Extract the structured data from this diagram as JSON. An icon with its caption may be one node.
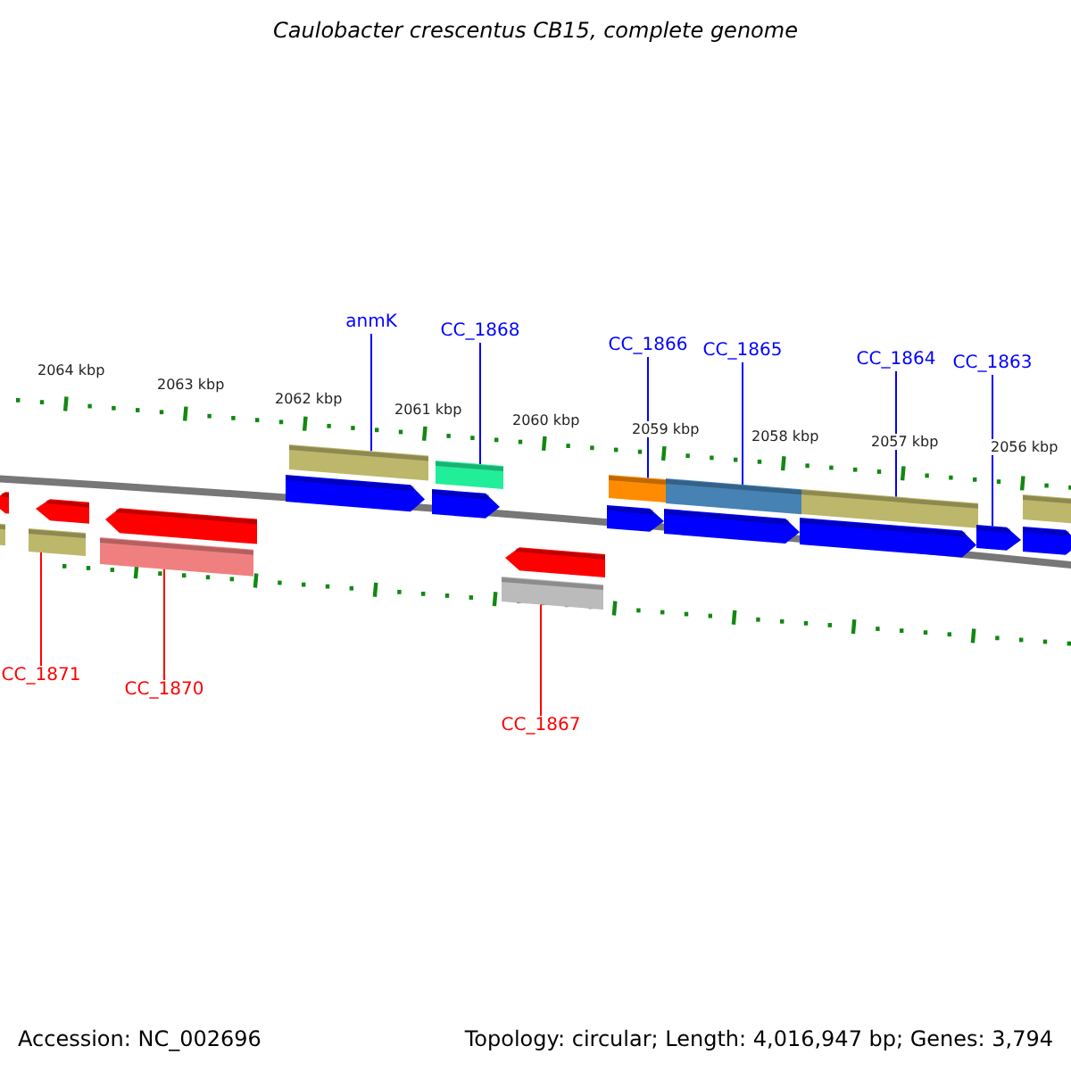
{
  "diagram": {
    "title": "Caulobacter crescentus CB15, complete genome",
    "nodes": [
      {
        "text": [
          "anmK"
        ]
      },
      {
        "text": [
          "CC_1868"
        ]
      },
      {
        "text": [
          "CC_1866"
        ]
      },
      {
        "text": [
          "CC_1865"
        ]
      },
      {
        "text": [
          "CC_1864"
        ]
      },
      {
        "text": [
          "CC_1863"
        ]
      },
      {
        "text": [
          "CC_1871"
        ]
      },
      {
        "text": [
          "CC_1870"
        ]
      },
      {
        "text": [
          "CC_1867"
        ]
      },
      {
        "text": [],
        "shape": "pentagon"
      },
      {
        "text": [],
        "shape": "bar"
      },
      {
        "text": [],
        "shape": "bar"
      },
      {
        "text": [],
        "shape": "pentagon"
      },
      {
        "text": [],
        "shape": "bar"
      },
      {
        "text": [],
        "shape": "pentagon"
      },
      {
        "text": [],
        "shape": "pentagon"
      },
      {
        "text": [],
        "shape": "bar"
      },
      {
        "text": [],
        "shape": "pentagon"
      },
      {
        "text": [],
        "shape": "bar"
      },
      {
        "text": [],
        "shape": "bar"
      },
      {
        "text": [],
        "shape": "pentagon"
      },
      {
        "text": [],
        "shape": "pentagon"
      },
      {
        "text": [],
        "shape": "bar"
      },
      {
        "text": [],
        "shape": "pentagon"
      },
      {
        "text": [],
        "shape": "bar"
      },
      {
        "text": [],
        "shape": "pentagon"
      },
      {
        "text": [],
        "shape": "bar"
      },
      {
        "text": [],
        "shape": "pentagon"
      },
      {
        "text": [],
        "shape": "bar"
      },
      {
        "text": [],
        "shape": "pentagon"
      }
    ],
    "edges": [
      {
        "from": 0,
        "to": 16,
        "arrow": "none"
      },
      {
        "from": 1,
        "to": 18,
        "arrow": "none"
      },
      {
        "from": 2,
        "to": 22,
        "arrow": "none"
      },
      {
        "from": 3,
        "to": 24,
        "arrow": "none"
      },
      {
        "from": 4,
        "to": 26,
        "arrow": "none"
      },
      {
        "from": 5,
        "to": 27,
        "arrow": "none"
      },
      {
        "from": 6,
        "to": 11,
        "arrow": "none",
        "color": "#ff0000"
      },
      {
        "from": 7,
        "to": 13,
        "arrow": "none",
        "color": "#ff0000"
      },
      {
        "from": 8,
        "to": 19,
        "arrow": "none",
        "color": "#ff0000"
      }
    ],
    "labels": [
      "2064 kbp",
      "2063 kbp",
      "2062 kbp",
      "2061 kbp",
      "2060 kbp",
      "2059 kbp",
      "2058 kbp",
      "2057 kbp",
      "2056 kbp",
      "Accession: NC_002696",
      "Topology: circular; Length: 4,016,947 bp; Genes: 3,794"
    ]
  }
}
